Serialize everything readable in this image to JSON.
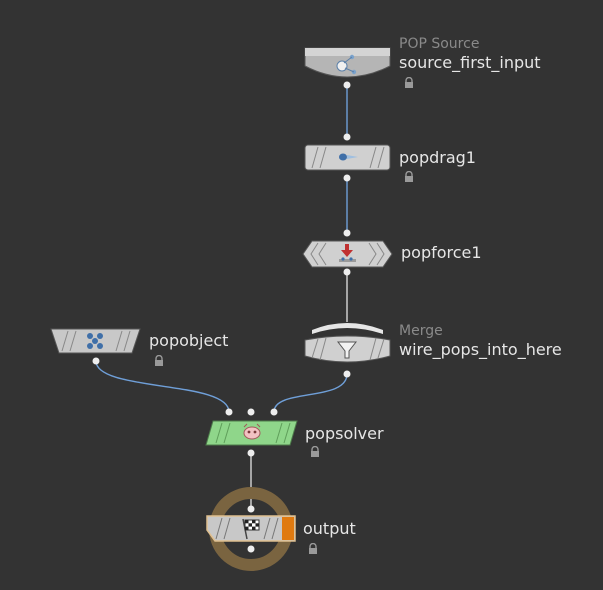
{
  "colors": {
    "background": "#333333",
    "wire_blue": "#6f9fd8",
    "wire_white": "#d8d8d8",
    "node_gray": "#c8c8c8",
    "solver_green": "#8fd68a",
    "output_ring": "#7a6440",
    "display_flag": "#e07a10"
  },
  "nodes": [
    {
      "id": "source",
      "type_label": "POP Source",
      "name": "source_first_input",
      "icon": "pop-source-icon",
      "locked": true
    },
    {
      "id": "popdrag",
      "type_label": "",
      "name": "popdrag1",
      "icon": "drag-icon",
      "locked": true
    },
    {
      "id": "popforce",
      "type_label": "",
      "name": "popforce1",
      "icon": "force-arrow-icon",
      "locked": false
    },
    {
      "id": "merge",
      "type_label": "Merge",
      "name": "wire_pops_into_here",
      "icon": "funnel-icon",
      "locked": false
    },
    {
      "id": "popobject",
      "type_label": "",
      "name": "popobject",
      "icon": "particles-icon",
      "locked": true
    },
    {
      "id": "popsolver",
      "type_label": "",
      "name": "popsolver",
      "icon": "solver-icon",
      "locked": true
    },
    {
      "id": "output",
      "type_label": "",
      "name": "output",
      "icon": "checkered-flag-icon",
      "locked": true
    }
  ]
}
